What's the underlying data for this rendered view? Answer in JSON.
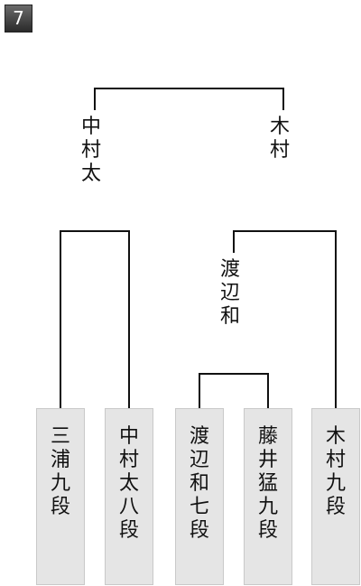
{
  "round_number": "7",
  "final": {
    "left": "中村太",
    "right": "木村"
  },
  "semifinal_right_winner": "渡辺和",
  "players": [
    "三浦九段",
    "中村太八段",
    "渡辺和七段",
    "藤井猛九段",
    "木村九段"
  ]
}
